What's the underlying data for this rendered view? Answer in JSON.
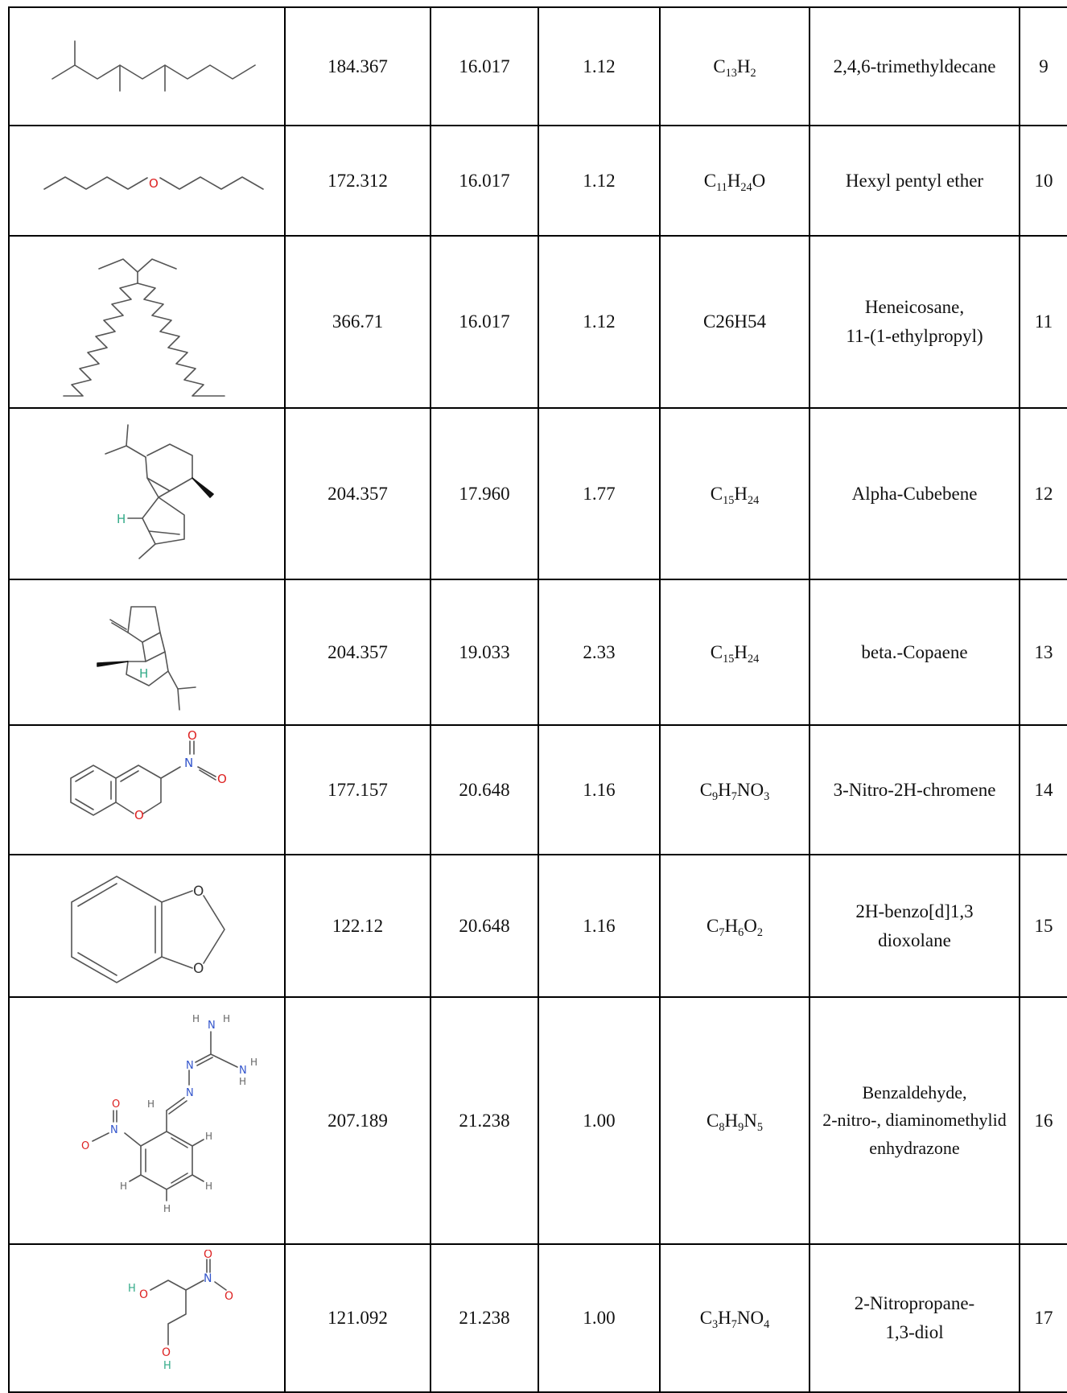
{
  "table": {
    "rows": [
      {
        "structure": "2,4,6-trimethyldecane-structure",
        "mass": "184.367",
        "rt": "16.017",
        "area": "1.12",
        "formula": [
          {
            "t": "C"
          },
          {
            "s": "13"
          },
          {
            "t": "H"
          },
          {
            "s": "2"
          }
        ],
        "name": "2,4,6-trimethyldecane",
        "no": "9"
      },
      {
        "structure": "hexyl-pentyl-ether-structure",
        "mass": "172.312",
        "rt": "16.017",
        "area": "1.12",
        "formula": [
          {
            "t": "C"
          },
          {
            "s": "11"
          },
          {
            "t": "H"
          },
          {
            "s": "24"
          },
          {
            "t": "O"
          }
        ],
        "name": "Hexyl pentyl ether",
        "no": "10"
      },
      {
        "structure": "heneicosane-structure",
        "mass": "366.71",
        "rt": "16.017",
        "area": "1.12",
        "formula": [
          {
            "t": "C26H54"
          }
        ],
        "name": "Heneicosane,\n11-(1-ethylpropyl)",
        "no": "11"
      },
      {
        "structure": "alpha-cubebene-structure",
        "mass": "204.357",
        "rt": "17.960",
        "area": "1.77",
        "formula": [
          {
            "t": "C"
          },
          {
            "s": "15"
          },
          {
            "t": "H"
          },
          {
            "s": "24"
          }
        ],
        "name": "Alpha-Cubebene",
        "no": "12"
      },
      {
        "structure": "beta-copaene-structure",
        "mass": "204.357",
        "rt": "19.033",
        "area": "2.33",
        "formula": [
          {
            "t": "C"
          },
          {
            "s": "15"
          },
          {
            "t": "H"
          },
          {
            "s": "24"
          }
        ],
        "name": "beta.-Copaene",
        "no": "13"
      },
      {
        "structure": "3-nitro-2h-chromene-structure",
        "mass": "177.157",
        "rt": "20.648",
        "area": "1.16",
        "formula": [
          {
            "t": "C"
          },
          {
            "s": "9"
          },
          {
            "t": "H"
          },
          {
            "s": "7"
          },
          {
            "t": "NO"
          },
          {
            "s": "3"
          }
        ],
        "name": "3-Nitro-2H-chromene",
        "no": "14"
      },
      {
        "structure": "benzodioxolane-structure",
        "mass": "122.12",
        "rt": "20.648",
        "area": "1.16",
        "formula": [
          {
            "t": "C"
          },
          {
            "s": "7"
          },
          {
            "t": "H"
          },
          {
            "s": "6"
          },
          {
            "t": "O"
          },
          {
            "s": "2"
          }
        ],
        "name": "2H-benzo[d]1,3\ndioxolane",
        "no": "15"
      },
      {
        "structure": "nitrobenzaldehyde-hydrazone-structure",
        "mass": "207.189",
        "rt": "21.238",
        "area": "1.00",
        "formula": [
          {
            "t": "C"
          },
          {
            "s": "8"
          },
          {
            "t": "H"
          },
          {
            "s": "9"
          },
          {
            "t": "N"
          },
          {
            "s": "5"
          }
        ],
        "name": "Benzaldehyde,\n2-nitro-, diaminomethylid\nenhydrazone",
        "no": "16"
      },
      {
        "structure": "2-nitropropane-diol-structure",
        "mass": "121.092",
        "rt": "21.238",
        "area": "1.00",
        "formula": [
          {
            "t": "C"
          },
          {
            "s": "3"
          },
          {
            "t": "H"
          },
          {
            "s": "7"
          },
          {
            "t": "NO"
          },
          {
            "s": "4"
          }
        ],
        "name": "2-Nitropropane-\n1,3-diol",
        "no": "17"
      }
    ],
    "atom_labels": {
      "ether_o": "O",
      "ht": "H",
      "nitro_o1": "O",
      "nitro_n": "N",
      "nitro_o2": "O",
      "chromene_o": "O",
      "dioxole_o1": "O",
      "dioxole_o2": "O",
      "hyd_h1": "H",
      "hyd_n1": "N",
      "hyd_h2": "H",
      "hyd_n2": "N",
      "hyd_h3": "H",
      "hyd_h4": "H",
      "hyd_na": "N",
      "hyd_nb": "N",
      "hyd_ch": "H",
      "hyd_o1": "O",
      "hyd_n3": "N",
      "hyd_o2": "O",
      "hyd_h5": "H",
      "hyd_h6": "H",
      "hyd_h7": "H",
      "hyd_h8": "H",
      "diol_h1": "H",
      "diol_o1": "O",
      "diol_o2": "O",
      "diol_n": "N",
      "diol_o3": "O",
      "diol_o4": "O",
      "diol_h2": "H"
    }
  }
}
